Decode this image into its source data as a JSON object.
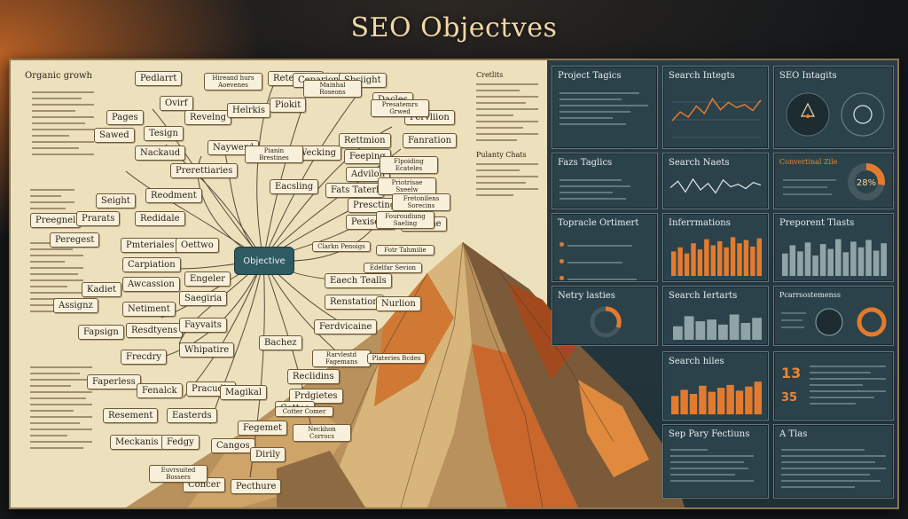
{
  "title": "SEO Objectves",
  "mindmap": {
    "left_title": "Organic growh",
    "center": "Objective",
    "nodes": [
      "Pedlarrt",
      "Ovirf",
      "Pages",
      "Revelng",
      "Sawed",
      "Tesign",
      "Nackaud",
      "Naywerd",
      "Prerettiaries",
      "Reterwler",
      "Ceparion",
      "Sbsiight",
      "Helrkis",
      "Piokit",
      "Dacles",
      "Fervliion",
      "Rettmion",
      "Fanration",
      "Wecking",
      "Feeping",
      "Advilon",
      "Eacsling",
      "Fats Taterl",
      "Prescting",
      "Pexisens",
      "Arcuine",
      "Seight",
      "Reodment",
      "Redidale",
      "Preegnel",
      "Prarats",
      "Peregest",
      "Pmteriales",
      "Oettwo",
      "Carpiation",
      "Engeler",
      "Awcassion",
      "Saegiria",
      "Kadiet",
      "Assignz",
      "Netiment",
      "Fapsign",
      "Resdtyens",
      "Fayvaits",
      "Eaech Tealls",
      "Renstation",
      "Nurlion",
      "Ferdvicaine",
      "Whipatire",
      "Bachez",
      "Frecdry",
      "Faperless",
      "Fenalck",
      "Pracudis",
      "Magikal",
      "Reclidins",
      "Prdgietes",
      "Resement",
      "Easterds",
      "Cottes",
      "Fegemet",
      "Meckanis",
      "Fedgy",
      "Cangos",
      "Dirily",
      "Cohcer",
      "Pecthure"
    ],
    "small_nodes": [
      "Hireand hurs Aoevenes",
      "Mainhal Roseons",
      "Pianin Brestines",
      "Presatemrs Grwed",
      "Flpoiding Ecateles",
      "Priotrisae Sxeelw",
      "Fretonilens Sorecins",
      "Fouroudiung Saeling",
      "Clarkn Penoigs",
      "Fotr Tahmilie",
      "Edelfar Sevion",
      "Rarvlestd Fagemans",
      "Plateries Bcdes",
      "Cotter Comer",
      "Neckhon Corrocs",
      "Euvrsuited Bossers"
    ]
  },
  "lists": {
    "top_right_heading": "Cretlits",
    "mid_right_heading": "Pulanty Chats"
  },
  "panels": {
    "project_tagics": "Project Tagics",
    "search_integts": "Search Integts",
    "seo_intagits": "SEO Intagits",
    "fazs_taglics": "Fazs Taglics",
    "search_naets": "Search Naets",
    "convertial_zile": "Convertinal Zile",
    "convertial_pct": "28%",
    "topracle_ortimert": "Topracle Ortimert",
    "inferrmations": "Inferrmations",
    "preporent_tlasts": "Preporent Tlasts",
    "netry_lasties": "Netry lasties",
    "search_iertarts": "Search Iertarts",
    "pcarr_ent": "Pcarrsostemenss",
    "search_hiles": "Search hiles",
    "stat_a": "13",
    "stat_b": "35",
    "sep_pary_fectiuns": "Sep Pary Fectiuns",
    "a_tlas": "A Tlas"
  },
  "chart_data": [
    {
      "type": "line",
      "name": "search-integts",
      "values": [
        30,
        42,
        35,
        50,
        40,
        60,
        45,
        55,
        48,
        52,
        44,
        58
      ]
    },
    {
      "type": "line",
      "name": "search-naets",
      "values": [
        40,
        55,
        30,
        60,
        35,
        50,
        28,
        58,
        42,
        48,
        38,
        52,
        46
      ]
    },
    {
      "type": "bar",
      "name": "inferrmations",
      "values": [
        60,
        70,
        55,
        80,
        65,
        90,
        75,
        85,
        70,
        95,
        80,
        88,
        72,
        92
      ]
    },
    {
      "type": "bar",
      "name": "preporent-tlasts",
      "values": [
        55,
        75,
        60,
        82,
        50,
        78,
        66,
        90,
        58,
        84,
        70,
        88,
        62,
        80
      ]
    },
    {
      "type": "bar",
      "name": "search-iertarts",
      "values": [
        40,
        70,
        55,
        60,
        45,
        75,
        50,
        65
      ]
    },
    {
      "type": "bar",
      "name": "search-hiles",
      "values": [
        45,
        60,
        50,
        70,
        55,
        65,
        72,
        58,
        68,
        80
      ]
    },
    {
      "type": "pie",
      "name": "convertial-zile",
      "values": [
        28,
        72
      ]
    }
  ],
  "colors": {
    "accent": "#e37b2f",
    "board": "#ede0bd",
    "panel": "#2c424a"
  }
}
